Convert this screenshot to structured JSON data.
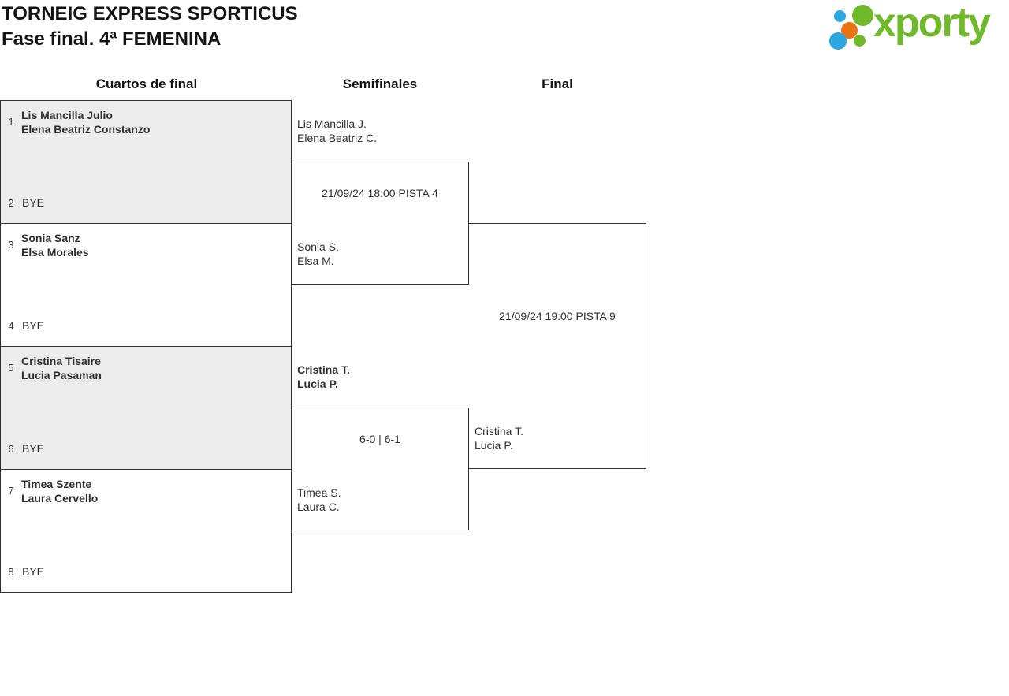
{
  "header": {
    "title": "TORNEIG EXPRESS SPORTICUS",
    "subtitle": "Fase final. 4ª FEMENINA"
  },
  "logo": {
    "wordmark": "xporty",
    "icon": "dot-cluster-icon"
  },
  "colors": {
    "logo-green": "#70b92b",
    "logo-blue": "#29a7de",
    "logo-orange": "#e87511",
    "line": "#2f2f2f",
    "shaded-box": "#ececec"
  },
  "columns": [
    {
      "label": "Cuartos de final"
    },
    {
      "label": "Semifinales"
    },
    {
      "label": "Final"
    }
  ],
  "bracket": {
    "quarterfinals": [
      {
        "seed_top": "1",
        "top": [
          "Lis Mancilla Julio",
          "Elena Beatriz Constanzo"
        ],
        "seed_bottom": "2",
        "bottom": "BYE"
      },
      {
        "seed_top": "3",
        "top": [
          "Sonia Sanz",
          "Elsa Morales"
        ],
        "seed_bottom": "4",
        "bottom": "BYE"
      },
      {
        "seed_top": "5",
        "top": [
          "Cristina Tisaire",
          "Lucia Pasaman"
        ],
        "seed_bottom": "6",
        "bottom": "BYE"
      },
      {
        "seed_top": "7",
        "top": [
          "Timea Szente",
          "Laura Cervello"
        ],
        "seed_bottom": "8",
        "bottom": "BYE"
      }
    ],
    "semifinals": [
      {
        "top": [
          "Lis Mancilla J.",
          "Elena Beatriz C."
        ],
        "info": "21/09/24 18:00 PISTA 4",
        "bottom": [
          "Sonia S.",
          "Elsa M."
        ],
        "winner": ""
      },
      {
        "top": [
          "Cristina T.",
          "Lucia P."
        ],
        "info": "6-0 | 6-1",
        "bottom": [
          "Timea S.",
          "Laura C."
        ],
        "winner": "top"
      }
    ],
    "final": {
      "info": "21/09/24 19:00 PISTA 9",
      "bottom": [
        "Cristina T.",
        "Lucia P."
      ]
    }
  }
}
